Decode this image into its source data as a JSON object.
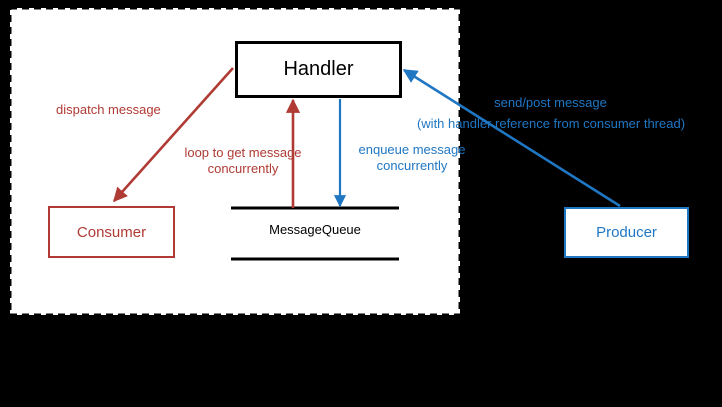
{
  "diagram": {
    "title_area": "android-handler-message-queue-diagram",
    "colors": {
      "background": "#000000",
      "panel": "#ffffff",
      "red": "#B03A34",
      "blue": "#1F77C4",
      "black": "#000000"
    },
    "nodes": {
      "handler": {
        "label": "Handler"
      },
      "consumer": {
        "label": "Consumer"
      },
      "producer": {
        "label": "Producer"
      },
      "message_queue": {
        "label": "MessageQueue"
      }
    },
    "edges": {
      "dispatch": {
        "label": "dispatch message"
      },
      "loop": {
        "line1": "loop to get message",
        "line2": "concurrently"
      },
      "enqueue": {
        "line1": "enqueue message",
        "line2": "concurrently"
      },
      "send_post": {
        "line1": "send/post message",
        "line2": "(with handler reference from consumer thread)"
      }
    }
  }
}
